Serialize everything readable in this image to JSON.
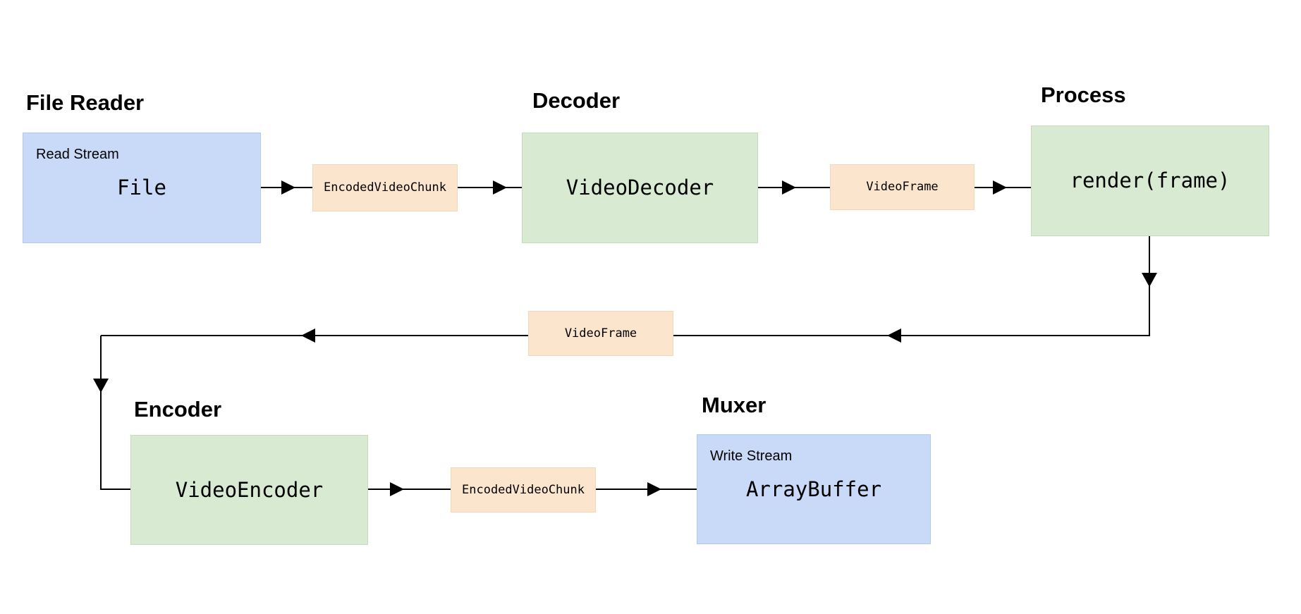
{
  "colors": {
    "io_fill": "#c9daf8",
    "component_fill": "#d9ead3",
    "data_fill": "#fce5cd",
    "line": "#000000",
    "text": "#000000"
  },
  "sections": {
    "file_reader": {
      "title": "File Reader",
      "sub": "Read Stream",
      "main": "File"
    },
    "decoder": {
      "title": "Decoder",
      "main": "VideoDecoder"
    },
    "process": {
      "title": "Process",
      "main": "render(frame)"
    },
    "encoder": {
      "title": "Encoder",
      "main": "VideoEncoder"
    },
    "muxer": {
      "title": "Muxer",
      "sub": "Write Stream",
      "main": "ArrayBuffer"
    }
  },
  "data_items": {
    "encoded_chunk_top": {
      "label": "EncodedVideoChunk"
    },
    "video_frame_top": {
      "label": "VideoFrame"
    },
    "video_frame_return": {
      "label": "VideoFrame"
    },
    "encoded_chunk_bottom": {
      "label": "EncodedVideoChunk"
    }
  }
}
